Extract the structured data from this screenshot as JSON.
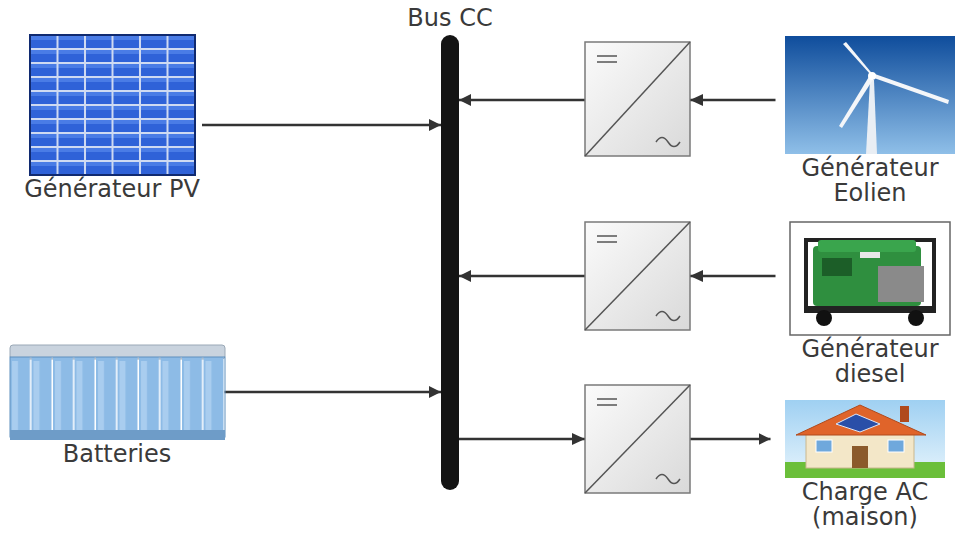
{
  "diagram": {
    "nodes": [
      {
        "text": [
          "Bus CC"
        ]
      },
      {
        "text": [
          "Générateur PV"
        ]
      },
      {
        "text": [
          "Générateur Eolien"
        ]
      },
      {
        "text": [
          "Générateur diesel"
        ]
      },
      {
        "text": [
          "Batteries"
        ]
      },
      {
        "text": [
          "Charge AC (maison)"
        ]
      }
    ],
    "edges": [
      {
        "from": 1,
        "to": 0,
        "arrow": "to"
      },
      {
        "from": 2,
        "to": 0,
        "arrow": "to"
      },
      {
        "from": 3,
        "to": 0,
        "arrow": "to"
      },
      {
        "from": 4,
        "to": 0,
        "arrow": "to"
      },
      {
        "from": 0,
        "to": 5,
        "arrow": "to"
      }
    ]
  }
}
